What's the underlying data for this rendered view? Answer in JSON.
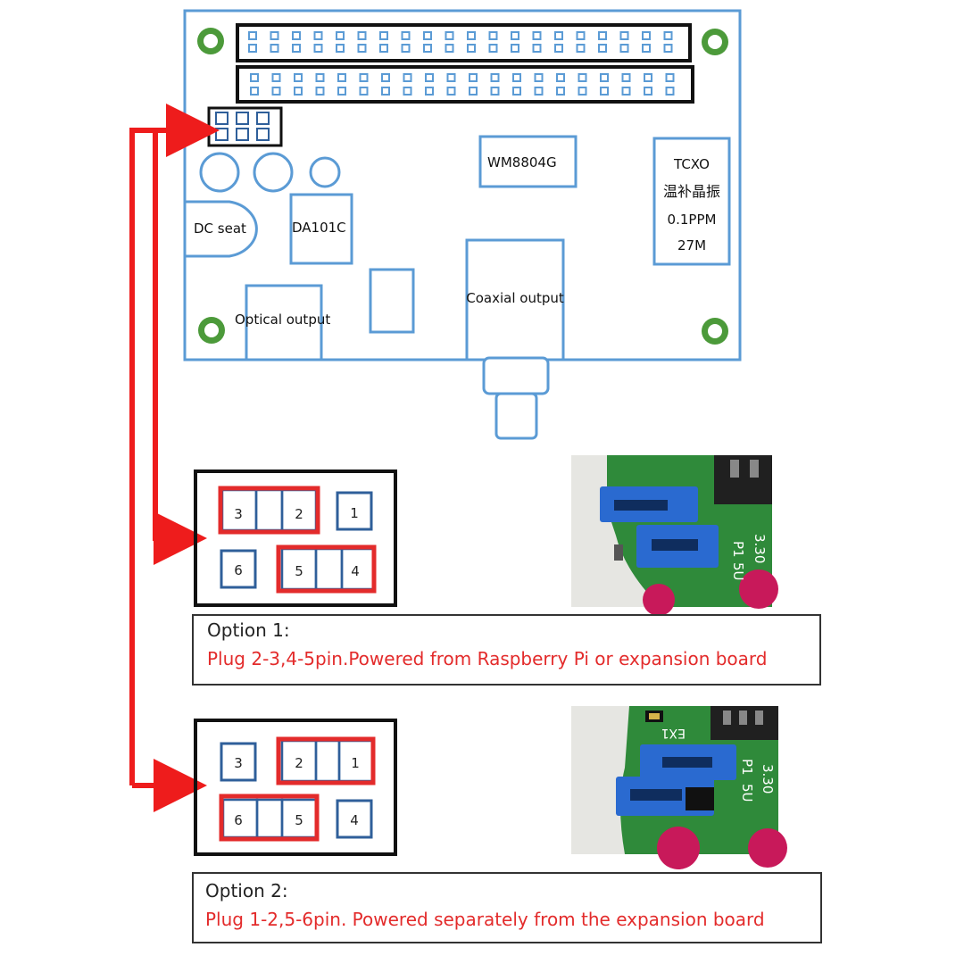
{
  "colors": {
    "board_outline": "#5b9bd5",
    "header_outline": "#111111",
    "jumper_red": "#e32b2b",
    "arrow_red": "#ee1c1c",
    "mount_hole_green": "#4c9a3a",
    "pcb_green": "#2f8a3a",
    "jumper_blue": "#2a6ad0"
  },
  "board": {
    "chips": {
      "wm8804": "WM8804G",
      "da101c": "DA101C",
      "tcxo_line1": "TCXO",
      "tcxo_line2": "温补晶振",
      "tcxo_line3": "0.1PPM",
      "tcxo_line4": "27M"
    },
    "ports": {
      "dc_seat": "DC seat",
      "optical": "Optical output",
      "coaxial": "Coaxial output"
    }
  },
  "options": [
    {
      "title": "Option 1:",
      "description": "Plug 2-3,4-5pin.Powered from Raspberry Pi or expansion board",
      "pins": {
        "p1": "1",
        "p2": "2",
        "p3": "3",
        "p4": "4",
        "p5": "5",
        "p6": "6"
      },
      "photo_labels": {
        "pi": "P1",
        "v5": "5U",
        "v33": "3.30"
      }
    },
    {
      "title": "Option 2:",
      "description": "Plug 1-2,5-6pin. Powered separately from the expansion board",
      "pins": {
        "p1": "1",
        "p2": "2",
        "p3": "3",
        "p4": "4",
        "p5": "5",
        "p6": "6"
      },
      "photo_labels": {
        "top": "EX1",
        "pi": "P1",
        "v5": "5U",
        "v33": "3.30"
      }
    }
  ]
}
